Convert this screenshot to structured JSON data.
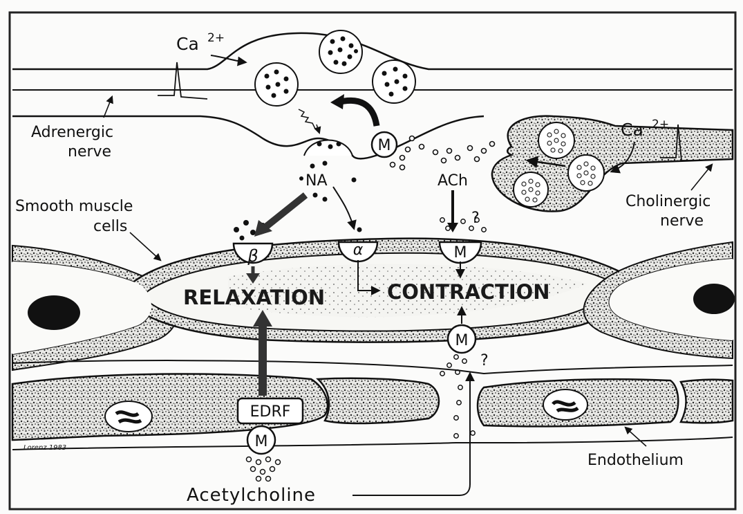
{
  "diagram": {
    "labels": {
      "ca_top": "Ca",
      "ca_top_sup": "2+",
      "ca_right": "Ca",
      "ca_right_sup": "2+",
      "adrenergic": "Adrenergic",
      "adrenergic_2": "nerve",
      "smooth": "Smooth muscle",
      "smooth_2": "cells",
      "cholinergic": "Cholinergic",
      "cholinergic_2": "nerve",
      "na": "NA",
      "ach": "ACh",
      "m_nerve": "M",
      "m_top": "M",
      "m_bottom": "M",
      "m_endo": "M",
      "beta": "β",
      "alpha": "α",
      "relaxation": "RELAXATION",
      "contraction": "CONTRACTION",
      "edrf": "EDRF",
      "endothelium": "Endothelium",
      "acetylcholine": "Acetylcholine",
      "q1": "?",
      "q2": "?",
      "signature": "Lorenz 1983"
    }
  }
}
